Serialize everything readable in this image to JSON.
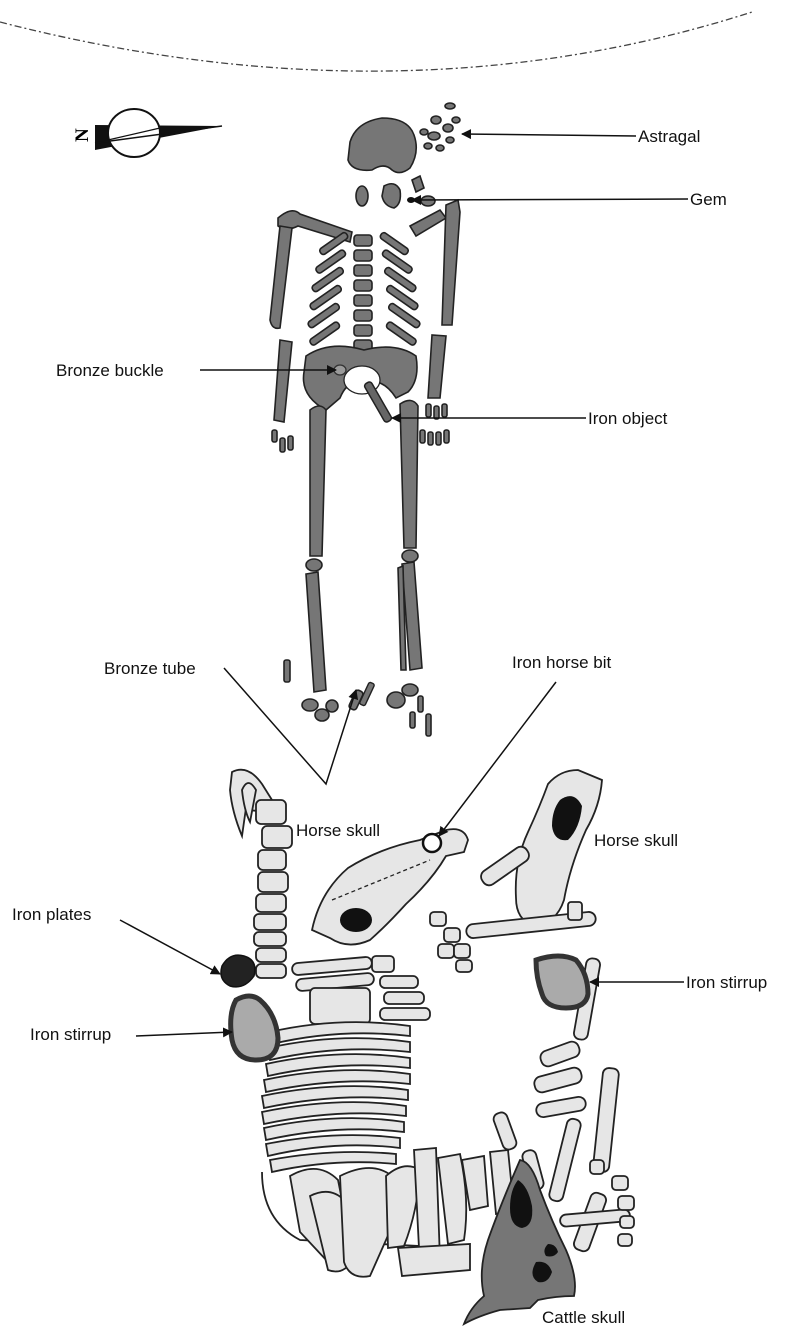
{
  "colors": {
    "human_bone": "#767676",
    "animal_bone": "#e6e6e6",
    "iron": "#111111",
    "stirrup_fill": "#aaaaaa"
  },
  "compass": {
    "letter": "N",
    "icon": "north-arrow-icon"
  },
  "labels": {
    "astragal": "Astragal",
    "gem": "Gem",
    "bronze_buckle": "Bronze buckle",
    "iron_object": "Iron object",
    "bronze_tube": "Bronze tube",
    "iron_horse_bit": "Iron horse bit",
    "horse_skull_left": "Horse skull",
    "horse_skull_right": "Horse skull",
    "iron_plates": "Iron plates",
    "iron_stirrup_left": "Iron stirrup",
    "iron_stirrup_right": "Iron stirrup",
    "cattle_skull": "Cattle skull"
  }
}
